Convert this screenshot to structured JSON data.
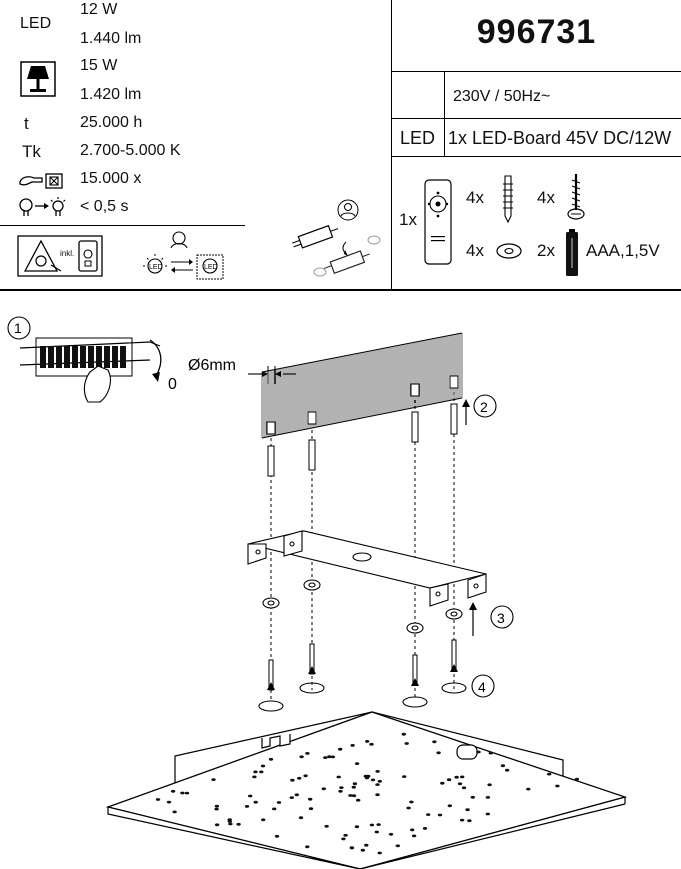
{
  "specs": {
    "led_label": "LED",
    "power_led": "12 W",
    "lumen_led": "1.440 lm",
    "power_lamp": "15 W",
    "lumen_lamp": "1.420 lm",
    "lifetime_label": "t",
    "lifetime_value": "25.000 h",
    "tk_label": "Tk",
    "tk_value": "2.700-5.000 K",
    "switch_cycles": "15.000 x",
    "startup_time": "< 0,5 s",
    "remote_incl_label": "inkl."
  },
  "product": {
    "code": "996731",
    "voltage": "230V / 50Hz~",
    "led_label": "LED",
    "led_board": "1x LED-Board 45V DC/12W"
  },
  "package_contents": {
    "remote_qty": "1x",
    "dowel_qty": "4x",
    "screw_qty": "4x",
    "washer_qty": "4x",
    "battery_qty": "2x",
    "battery_type": "AAA,1,5V"
  },
  "instructions": {
    "step1": "1",
    "step2": "2",
    "step3": "3",
    "step4": "4",
    "drill_diameter": "Ø6mm",
    "breaker_off": "0"
  }
}
